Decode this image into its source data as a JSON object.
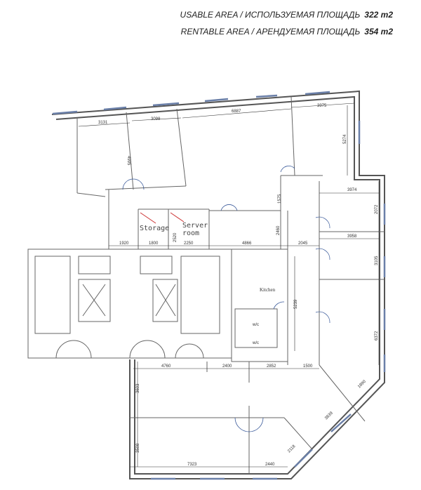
{
  "header": {
    "usable_label": "USABLE AREA / ИСПОЛЬЗУЕМАЯ ПЛОЩАДЬ",
    "usable_value": "322 m2",
    "rentable_label": "RENTABLE AREA / АРЕНДУЕМАЯ ПЛОЩАДЬ",
    "rentable_value": "354 m2"
  },
  "rooms": {
    "storage": "Storage",
    "server_line1": "Server",
    "server_line2": "room",
    "kitchen": "Kitchen",
    "wc1": "w/c",
    "wc2": "w/c"
  },
  "dimensions": {
    "top": [
      "3131",
      "3098",
      "6887",
      "3975"
    ],
    "vert_top": [
      "4995",
      "5274",
      "1575"
    ],
    "mid": [
      "1920",
      "1800",
      "2250",
      "4866",
      "2045",
      "2520",
      "2460"
    ],
    "right": [
      "3974",
      "2072",
      "3958",
      "3105",
      "6372",
      "5239"
    ],
    "lower": [
      "4760",
      "2400",
      "2852",
      "1500",
      "3603",
      "3508",
      "7323",
      "2440",
      "2118",
      "3639",
      "1890"
    ]
  }
}
